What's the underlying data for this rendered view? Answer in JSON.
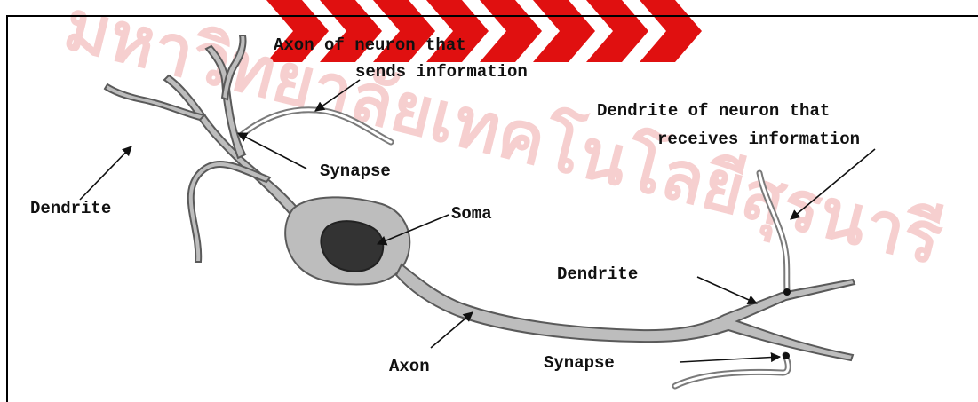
{
  "colors": {
    "background": "#ffffff",
    "frame": "#000000",
    "neuron_fill": "#bdbdbd",
    "neuron_stroke": "#5a5a5a",
    "nucleus": "#333333",
    "watermark": "#f6cfcf",
    "watermark_stripes": "#e01010"
  },
  "watermark": {
    "text": "มหาวิทยาลัยเทคโนโลยีสุรนารี"
  },
  "labels": {
    "axon_sender": [
      "Axon of neuron that",
      "sends information"
    ],
    "dendrite_receiver": [
      "Dendrite of neuron that",
      "receives information"
    ],
    "synapse_top": "Synapse",
    "dendrite_left": "Dendrite",
    "soma": "Soma",
    "dendrite_right": "Dendrite",
    "axon": "Axon",
    "synapse_bottom": "Synapse"
  }
}
